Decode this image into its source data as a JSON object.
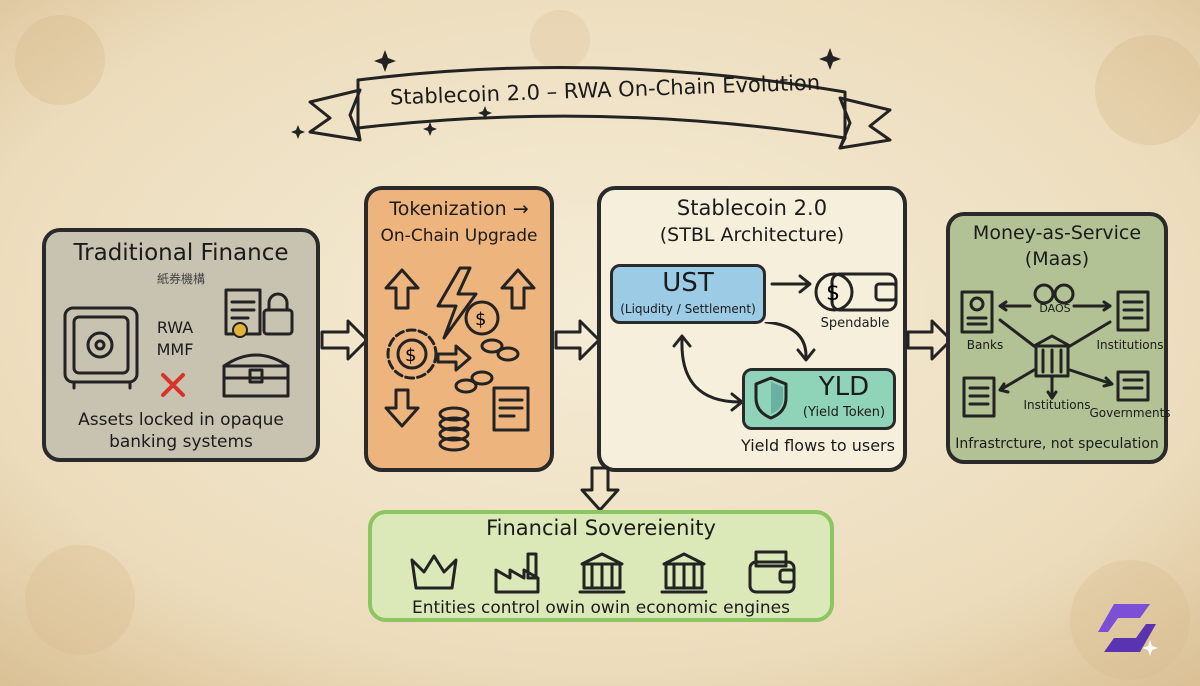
{
  "title": "Stablecoin 2.0 – RWA On-Chain Evolution",
  "traditional": {
    "title": "Traditional Finance",
    "subtitle": "紙券機構",
    "rwa": "RWA",
    "mmf": "MMF",
    "caption_line1": "Assets locked in opaque",
    "caption_line2": "banking systems"
  },
  "tokenization": {
    "title_line1": "Tokenization →",
    "title_line2": "On-Chain Upgrade"
  },
  "stablecoin": {
    "title_line1": "Stablecoin 2.0",
    "title_line2": "(STBL Architecture)",
    "ust_label": "UST",
    "ust_sub": "(Liqudity / Settlement)",
    "spendable": "Spendable",
    "yld_label": "YLD",
    "yld_sub": "(Yield Token)",
    "yield_caption": "Yield flows to users"
  },
  "maas": {
    "title_line1": "Money-as-Service",
    "title_line2": "(Maas)",
    "daos": "DAOS",
    "banks": "Banks",
    "institutions_top": "Institutions",
    "institutions_bottom": "Institutions",
    "governments": "Governments",
    "caption": "Infrastrcture, not speculation"
  },
  "sovereignty": {
    "title": "Financial Sovereienity",
    "caption": "Entities control owin owin economic engines"
  },
  "colors": {
    "parchment": "#efe3c7",
    "traditional_fill": "#c8c2b0",
    "tokenization_fill": "#eeb47e",
    "stablecoin_fill": "#f6efdc",
    "maas_fill": "#b3c294",
    "sovereignty_fill": "#dbe9b8",
    "sovereignty_border": "#8cc561",
    "ust_fill": "#9ccbe6",
    "yld_fill": "#8fd3b8",
    "logo": "#6b3fc4"
  },
  "icons": [
    "vault-icon",
    "documents-lock-icon",
    "treasure-chest-icon",
    "x-mark-icon",
    "arrow-up-icon",
    "lightning-icon",
    "gear-dollar-icon",
    "chain-icon",
    "coin-stack-icon",
    "document-icon",
    "wallet-coin-icon",
    "shield-icon",
    "bank-building-icon",
    "crown-icon",
    "factory-icon",
    "government-building-icon",
    "wallet-cash-icon",
    "brand-logo-icon"
  ]
}
